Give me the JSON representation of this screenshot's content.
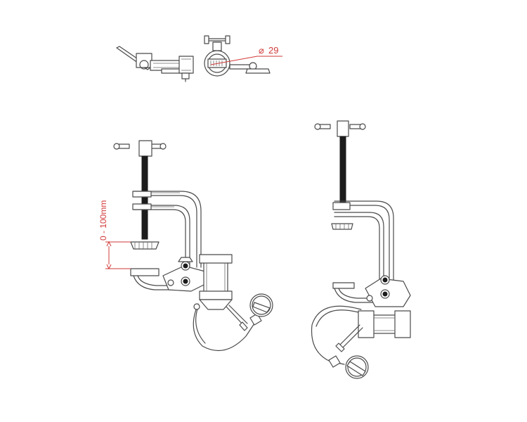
{
  "dimensions": {
    "diameter_symbol": "⌀",
    "diameter_value": "29",
    "opening_range": "0 - 100mm"
  },
  "views": [
    {
      "id": "top-view"
    },
    {
      "id": "side-view-left"
    },
    {
      "id": "side-view-right"
    }
  ],
  "colors": {
    "line": "#4a4a4a",
    "dimension": "#d23a3a",
    "thread": "#1c1c1c"
  }
}
